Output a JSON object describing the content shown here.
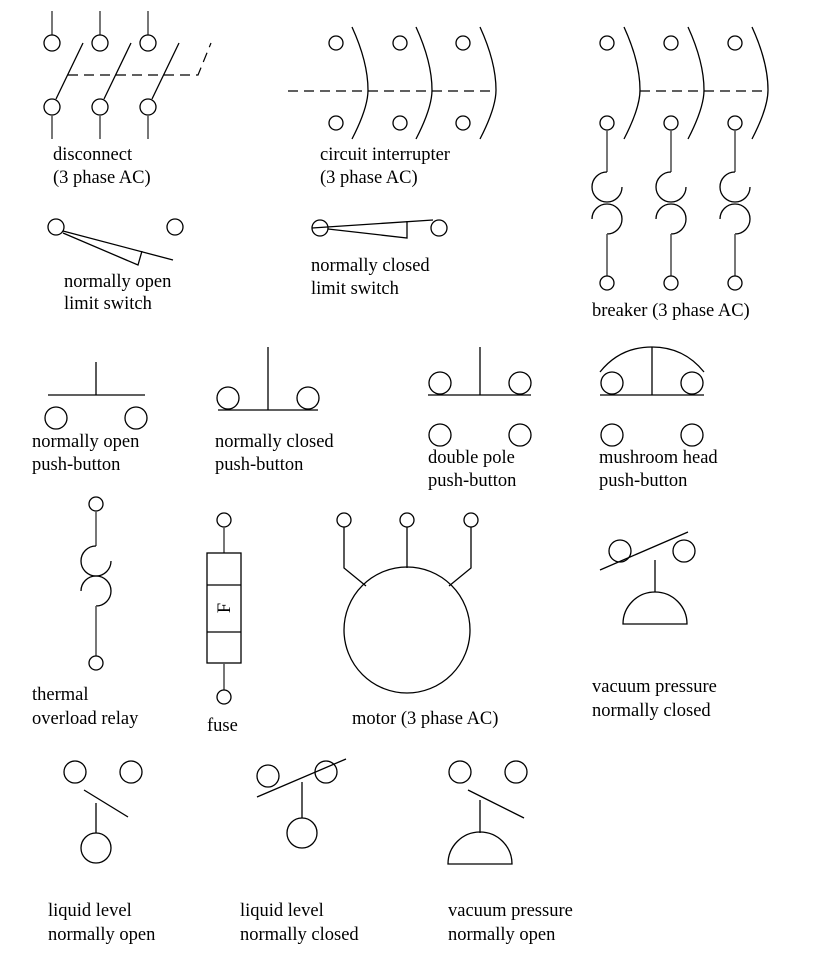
{
  "labels": {
    "disconnect": [
      "disconnect",
      "(3 phase AC)"
    ],
    "circuit_interrupter": [
      "circuit interrupter",
      "(3 phase AC)"
    ],
    "breaker": [
      "breaker (3 phase AC)"
    ],
    "no_limit": [
      "normally open",
      "limit switch"
    ],
    "nc_limit": [
      "normally closed",
      "limit switch"
    ],
    "no_push": [
      "normally open",
      "push-button"
    ],
    "nc_push": [
      "normally closed",
      "push-button"
    ],
    "dp_push": [
      "double pole",
      "push-button"
    ],
    "mush_push": [
      "mushroom head",
      "push-button"
    ],
    "thermal": [
      "thermal",
      "overload relay"
    ],
    "fuse": [
      "fuse"
    ],
    "fuse_letter": "F",
    "motor": [
      "motor (3 phase AC)"
    ],
    "vac_nc": [
      "vacuum pressure",
      "normally closed"
    ],
    "liq_no": [
      "liquid level",
      "normally open"
    ],
    "liq_nc": [
      "liquid level",
      "normally closed"
    ],
    "vac_no": [
      "vacuum pressure",
      "normally open"
    ]
  }
}
